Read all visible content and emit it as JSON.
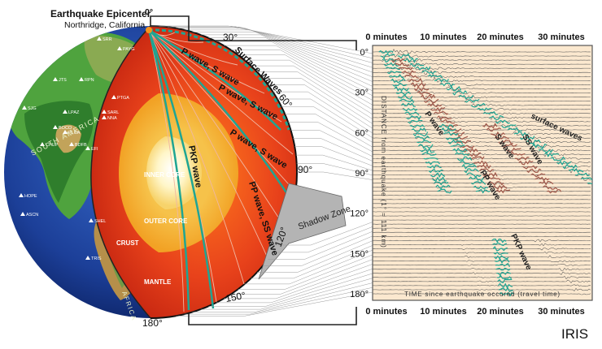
{
  "header": {
    "title": "Earthquake Epicenter",
    "subtitle": "Northridge, California",
    "epicenter_degree": "0°"
  },
  "globe": {
    "layers": [
      "INNER CORE",
      "OUTER CORE",
      "MANTLE",
      "CRUST"
    ],
    "continent_label": "SOUTH AMERICA",
    "africa_label": "AFRICA",
    "stations": [
      "SRR",
      "PAYG",
      "JTS",
      "RPN",
      "SJG",
      "PTGA",
      "SARL",
      "NNA",
      "LPAZ",
      "BOCO",
      "PLCA",
      "CPUP",
      "BDFB",
      "EFI",
      "HOPE",
      "ASCN",
      "SHEL",
      "TRIS"
    ],
    "degree_marks": [
      "30°",
      "60°",
      "90°",
      "120°",
      "150°",
      "180°"
    ],
    "wave_labels": [
      "P wave, S wave",
      "Surface Waves",
      "P wave, S wave",
      "P wave, S wave",
      "PKP wave",
      "PP wave, SS wave"
    ],
    "shadow_zone": "Shadow Zone"
  },
  "seismogram": {
    "x_ticks": [
      "0 minutes",
      "10 minutes",
      "20 minutes",
      "30 minutes"
    ],
    "y_ticks": [
      "0°",
      "30°",
      "60°",
      "90°",
      "120°",
      "150°",
      "180°"
    ],
    "y_label": "DISTANCE from earthquake (1° = 111 km)",
    "x_label": "TIME since earthquake occured (travel time)",
    "phase_labels": [
      "P wave",
      "S wave",
      "PP wave",
      "SS wave",
      "surface waves",
      "PKP wave"
    ],
    "colors": {
      "background": "#fbe8cf",
      "teal": "#1fa593",
      "brown": "#a0584a",
      "trace": "#555555"
    }
  },
  "credit": "IRIS"
}
